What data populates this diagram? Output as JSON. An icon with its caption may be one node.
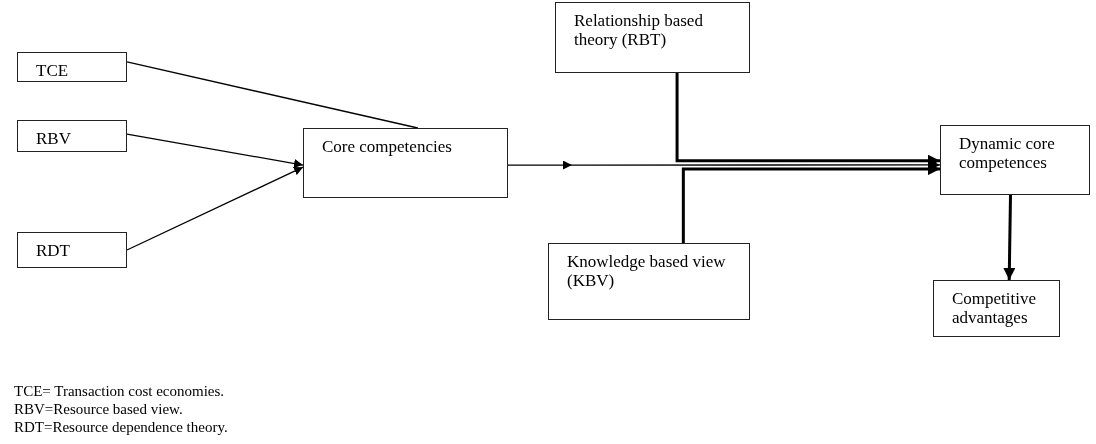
{
  "diagram": {
    "nodes": [
      {
        "text": [
          "TCE"
        ]
      },
      {
        "text": [
          "RBV"
        ]
      },
      {
        "text": [
          "RDT"
        ]
      },
      {
        "text": [
          "Core competencies"
        ]
      },
      {
        "text": [
          "Relationship based theory (RBT)"
        ]
      },
      {
        "text": [
          "Knowledge based view (KBV)"
        ]
      },
      {
        "text": [
          "Dynamic core competences"
        ]
      },
      {
        "text": [
          "Competitive advantages"
        ]
      }
    ],
    "edges": [
      {
        "from": 0,
        "to": 3,
        "arrow": "none"
      },
      {
        "from": 1,
        "to": 3,
        "arrow": "to"
      },
      {
        "from": 2,
        "to": 3,
        "arrow": "to"
      },
      {
        "from": 3,
        "to": 6,
        "arrow": "to"
      },
      {
        "from": 4,
        "to": 6,
        "arrow": "to",
        "style": "thick"
      },
      {
        "from": 5,
        "to": 6,
        "arrow": "to",
        "style": "thick"
      },
      {
        "from": 6,
        "to": 7,
        "arrow": "to",
        "style": "thick"
      }
    ],
    "labels": [
      "TCE= Transaction cost economies.",
      "RBV=Resource based view.",
      "RDT=Resource dependence theory."
    ]
  }
}
